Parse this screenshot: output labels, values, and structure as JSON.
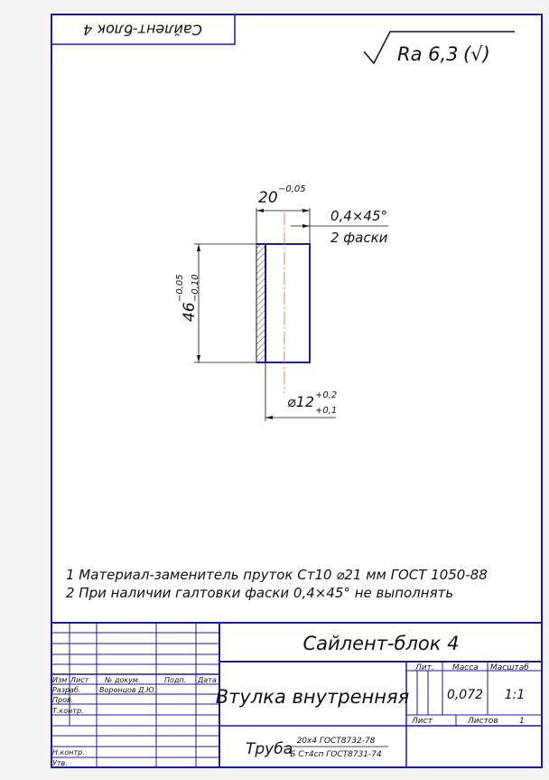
{
  "stamp_top": "Сайлент-блок 4",
  "roughness": {
    "label": "Ra 6,3",
    "mark": "(√)"
  },
  "dimensions": {
    "length": "20",
    "length_tol": "−0,05",
    "chamfer": "0,4×45°",
    "chamfer_note": "2 фаски",
    "diameter_outer": "46",
    "diameter_outer_tol_top": "−0,05",
    "diameter_outer_tol_bottom": "−0,10",
    "diameter_inner": "⌀12",
    "diameter_inner_tol_top": "+0,2",
    "diameter_inner_tol_bottom": "+0,1"
  },
  "notes": [
    "1 Материал-заменитель пруток Ст10 ⌀21 мм ГОСТ 1050-88",
    "2 При наличии галтовки фаски 0,4×45° не выполнять"
  ],
  "title_block": {
    "doc_designation": "Сайлент-блок 4",
    "part_name": "Втулка внутренняя",
    "material_main": "Труба",
    "material_line1": "20х4 ГОСТ8732-78",
    "material_line2": "Б Ст4сп ГОСТ8731-74",
    "header_izm": "Изм",
    "header_list": "Лист",
    "header_doc_no": "№ докум.",
    "header_podp": "Подп.",
    "header_data": "Дата",
    "row_razrab": "Разраб.",
    "razrab_name": "Воронцов Д.Ю.",
    "row_prov": "Пров.",
    "row_tkontr": "Т.контр.",
    "row_nkontr": "Н.контр.",
    "row_utv": "Утв.",
    "lit_label": "Лит.",
    "mass_label": "Масса",
    "scale_label": "Масштаб",
    "mass": "0,072",
    "scale": "1:1",
    "sheet_label": "Лист",
    "sheets_label": "Листов",
    "sheets": "1"
  }
}
